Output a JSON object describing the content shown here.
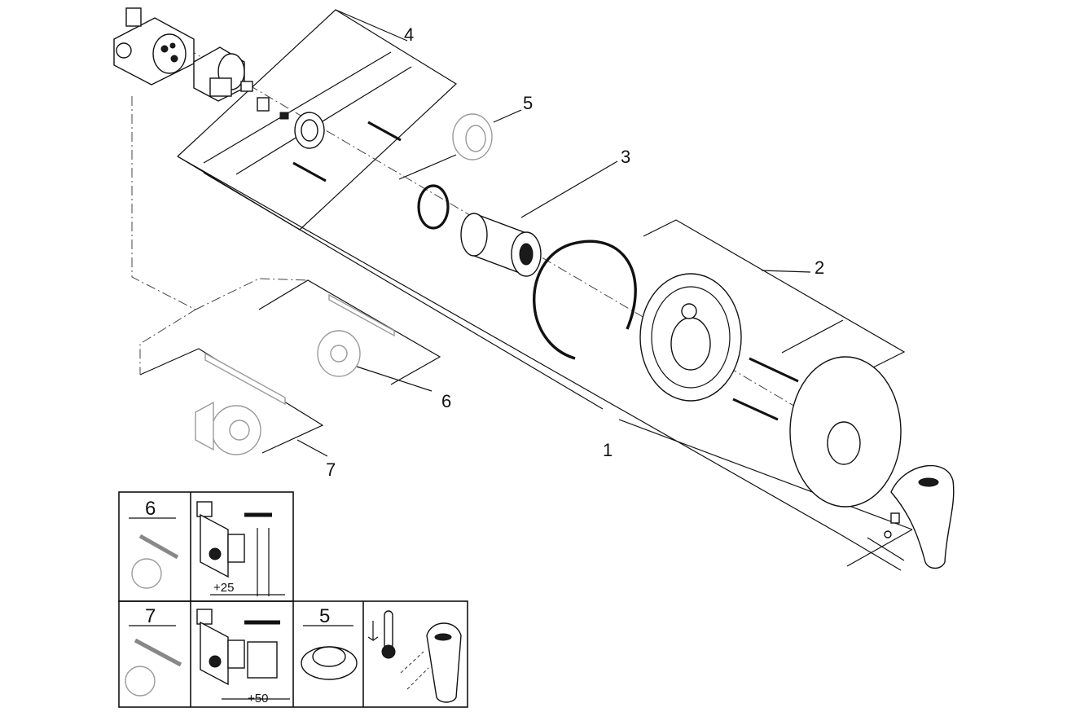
{
  "callouts": {
    "c1": "1",
    "c2": "2",
    "c3": "3",
    "c4": "4",
    "c5": "5",
    "c6": "6",
    "c7": "7"
  },
  "inset": {
    "panel6_number": "6",
    "panel7_number": "7",
    "panel5_number": "5",
    "dim_plus25": "+25",
    "dim_plus50": "+50"
  }
}
